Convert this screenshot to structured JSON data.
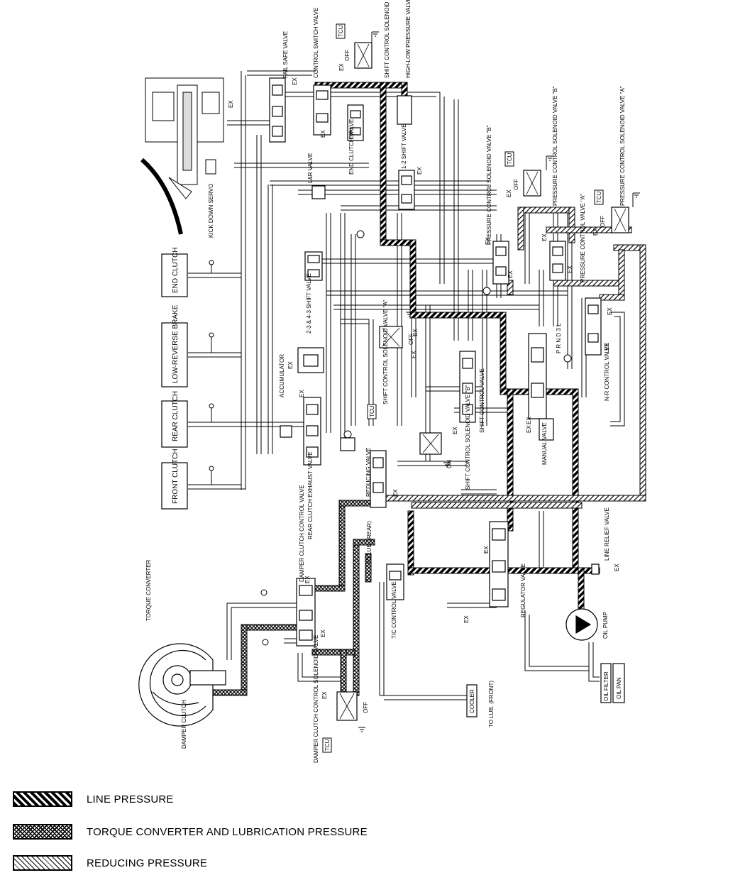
{
  "labels": {
    "fail_safe": "FAIL SAFE VALVE",
    "control_switch": "CONTROL SWITCH VALVE",
    "high_low": "HIGH-LOW PRESSURE VALVE",
    "shift_sol_c": "SHIFT CONTROL SOLENOID VALVE \"C\"",
    "kick_down": "KICK DOWN SERVO",
    "lr_valve": "L&R VALVE",
    "end_clutch_valve": "END CLUTCH VALVE",
    "shift_12": "1-2 SHIFT VALVE",
    "pcsv_b": "PRESSURE CONTROL SOLENOID VALVE \"B\"",
    "pcsv_a": "PRESSURE CONTROL SOLENOID VALVE \"A\"",
    "pcv_b": "PRESSURE CONTROL SOLENOID VALVE \"B\"",
    "pcv_a": "PRESSURE CONTROL VALVE \"A\"",
    "end_clutch": "END CLUTCH",
    "low_reverse": "LOW-REVERSE BRAKE",
    "rear_clutch": "REAR CLUTCH",
    "front_clutch": "FRONT CLUTCH",
    "shift_2334": "2-3 & 4-3 SHIFT VALVE",
    "accumulator": "ACCUMULATOR",
    "shift_sol_a": "SHIFT CONTROL SOLENOID VALVE \"A\"",
    "shift_sol_b": "SHIFT CONTROL SOLENOID VALVE \"B\"",
    "shift_control": "SHIFT CONTROL VALVE",
    "manual": "MANUAL VALVE",
    "nr_control": "N-R CONTROL VALVE",
    "prndl": "P R N D 3 L",
    "rear_clutch_exhaust": "REAR CLUTCH EXHAUST VALVE",
    "reducing": "REDUCING VALVE",
    "to_lub_rear": "TO LUB. (REAR)",
    "damper_clutch_control": "DAMPER CLUTCH CONTROL VALVE",
    "torque_converter": "TORQUE CONVERTER",
    "damper_clutch": "DAMPER CLUTCH",
    "tc_control": "T/C CONTROL VALVE",
    "regulator": "REGULATOR VALVE",
    "line_relief": "LINE RELIEF VALVE",
    "oil_pump": "OIL PUMP",
    "oil_filter": "OIL FILTER",
    "oil_pan": "OIL PAN",
    "cooler": "COOLER",
    "to_lub_front": "TO LUB. (FRONT)",
    "dcc_sol": "DAMPER CLUTCH CONTROL SOLENOID VALVE",
    "tcu": "TCU",
    "ex": "EX",
    "off": "OFF",
    "on": "ON"
  },
  "legend": [
    {
      "pattern": "line",
      "label": "LINE PRESSURE"
    },
    {
      "pattern": "torque",
      "label": "TORQUE CONVERTER AND LUBRICATION PRESSURE"
    },
    {
      "pattern": "reducing",
      "label": "REDUCING PRESSURE"
    }
  ]
}
